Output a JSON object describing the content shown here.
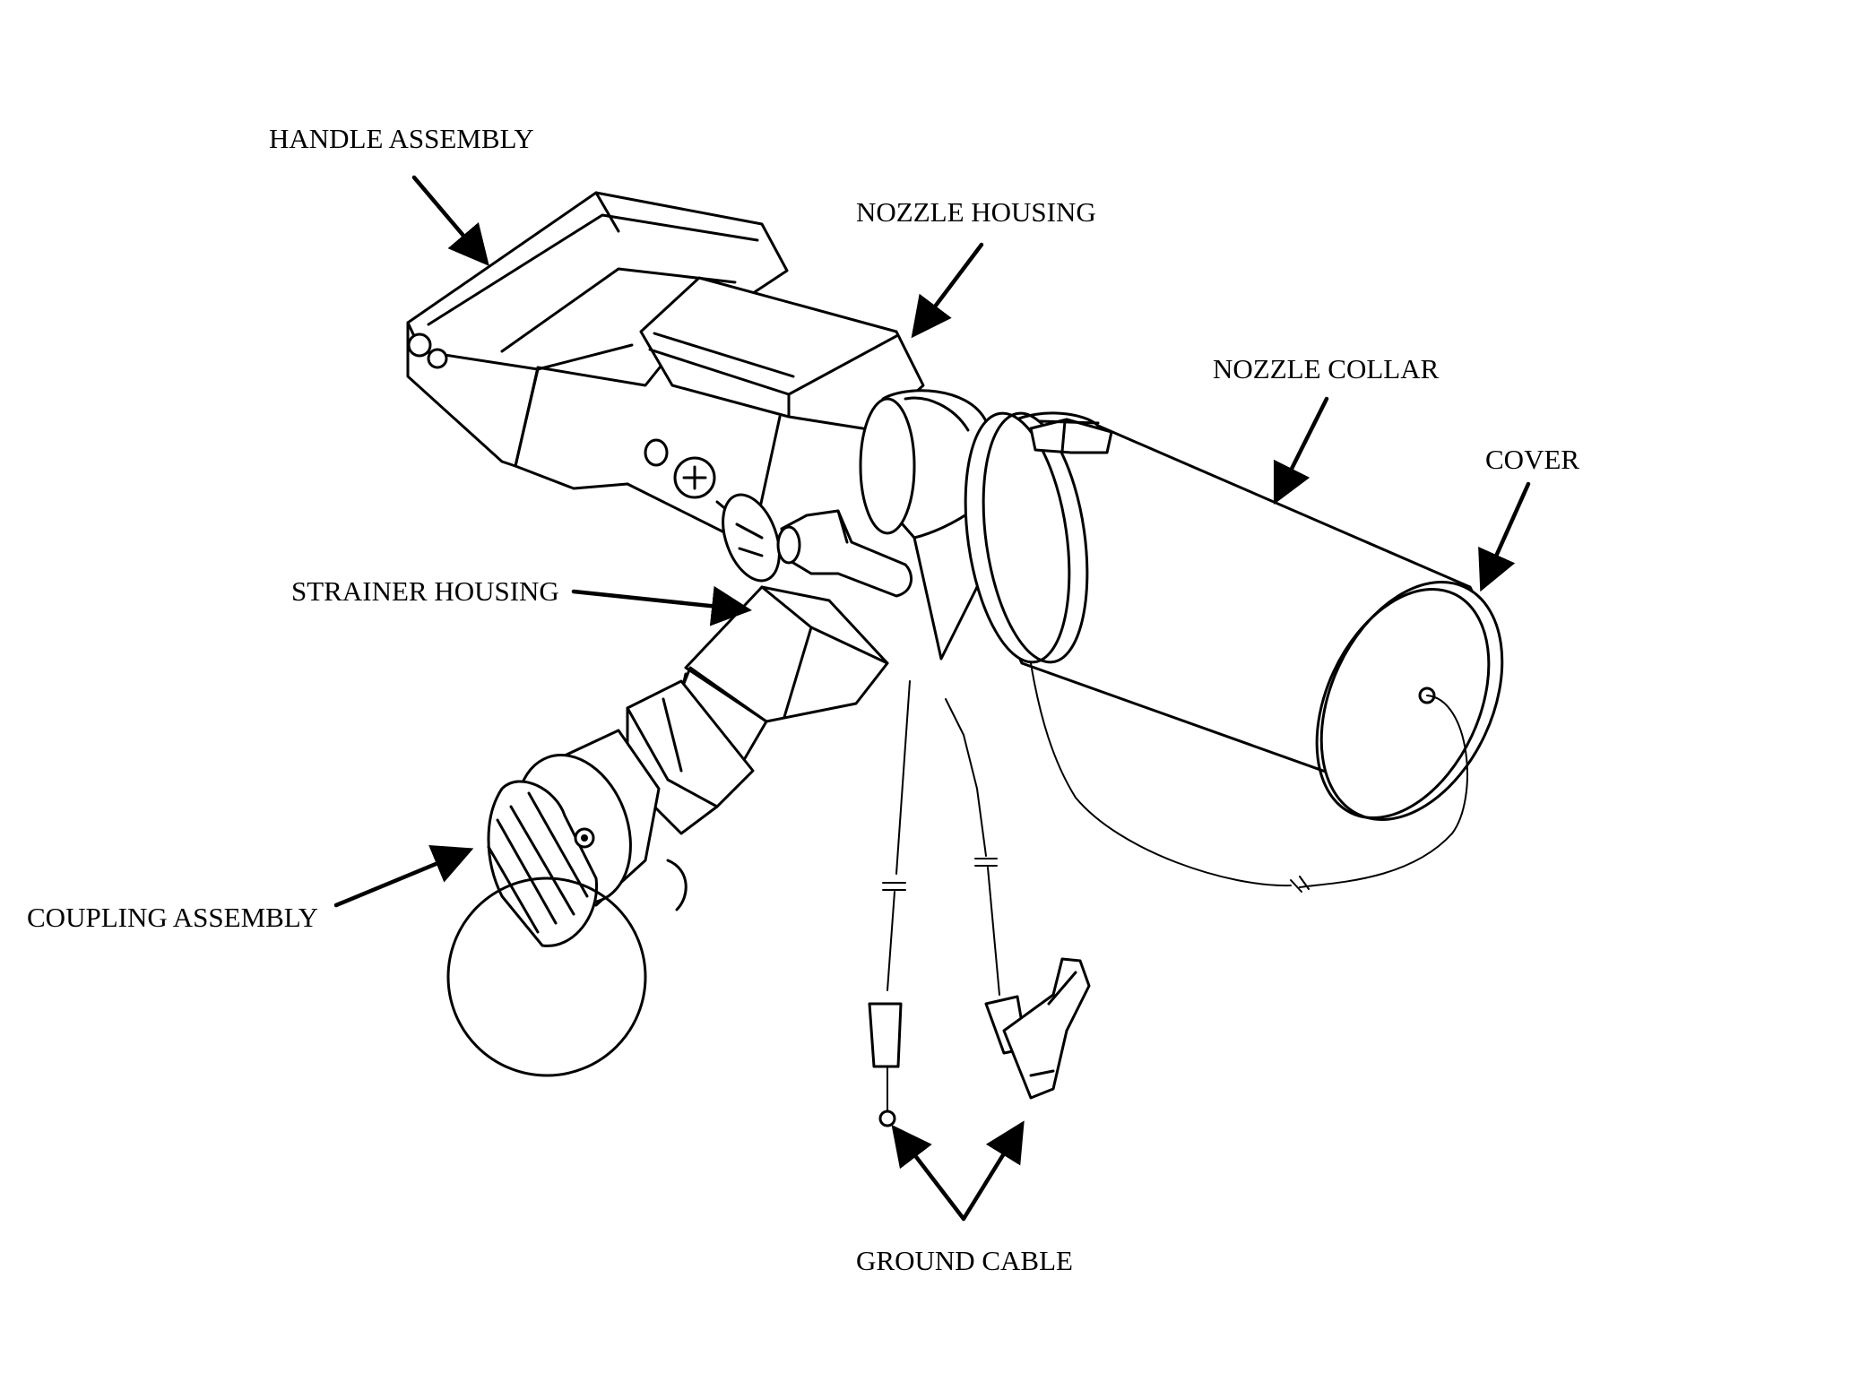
{
  "labels": {
    "handle_assembly": "HANDLE ASSEMBLY",
    "nozzle_housing": "NOZZLE HOUSING",
    "nozzle_collar": "NOZZLE COLLAR",
    "cover": "COVER",
    "strainer_housing": "STRAINER HOUSING",
    "coupling_assembly": "COUPLING ASSEMBLY",
    "ground_cable": "GROUND CABLE"
  },
  "colors": {
    "ink": "#000000",
    "paper": "#ffffff"
  }
}
